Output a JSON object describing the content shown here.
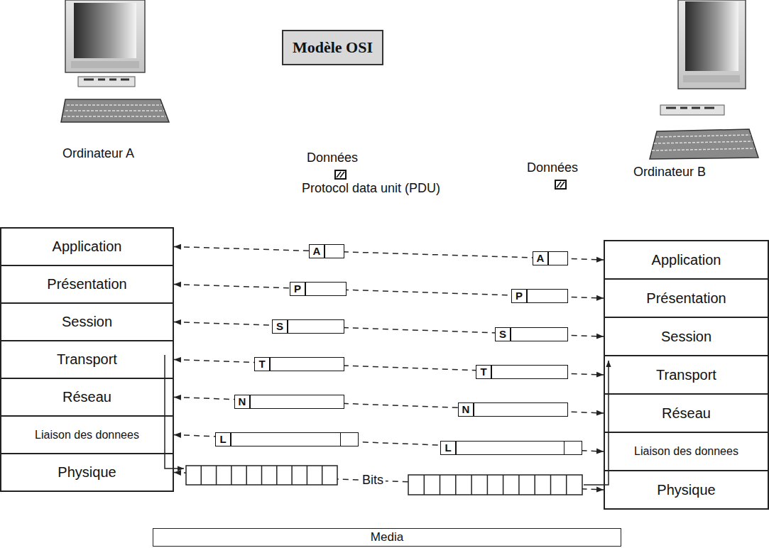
{
  "diagram": {
    "title": "Modèle OSI",
    "nodes": [
      {
        "text": [
          "Application"
        ]
      },
      {
        "text": [
          "Présentation"
        ]
      },
      {
        "text": [
          "Session"
        ]
      },
      {
        "text": [
          "Transport"
        ]
      },
      {
        "text": [
          "Réseau"
        ]
      },
      {
        "text": [
          "Liaison des donnees"
        ]
      },
      {
        "text": [
          "Physique"
        ]
      },
      {
        "text": [
          "Application"
        ]
      },
      {
        "text": [
          "Présentation"
        ]
      },
      {
        "text": [
          "Session"
        ]
      },
      {
        "text": [
          "Transport"
        ]
      },
      {
        "text": [
          "Réseau"
        ]
      },
      {
        "text": [
          "Liaison des donnees"
        ]
      },
      {
        "text": [
          "Physique"
        ]
      },
      {
        "text": [
          "Media"
        ]
      },
      {
        "text": [
          "A"
        ]
      },
      {
        "text": [
          "P"
        ]
      },
      {
        "text": [
          "S"
        ]
      },
      {
        "text": [
          "T"
        ]
      },
      {
        "text": [
          "N"
        ]
      },
      {
        "text": [
          "L"
        ]
      },
      {
        "text": [
          "A"
        ]
      },
      {
        "text": [
          "P"
        ]
      },
      {
        "text": [
          "S"
        ]
      },
      {
        "text": [
          "T"
        ]
      },
      {
        "text": [
          "N"
        ]
      },
      {
        "text": [
          "L"
        ]
      }
    ],
    "edges": [
      {
        "from": 0,
        "to": 7,
        "arrow": "both"
      },
      {
        "from": 1,
        "to": 8,
        "arrow": "both"
      },
      {
        "from": 2,
        "to": 9,
        "arrow": "both"
      },
      {
        "from": 3,
        "to": 10,
        "arrow": "both"
      },
      {
        "from": 4,
        "to": 11,
        "arrow": "both"
      },
      {
        "from": 5,
        "to": 12,
        "arrow": "both"
      },
      {
        "from": 6,
        "to": 13,
        "label": "Bits",
        "arrow": "both"
      }
    ],
    "labels": [
      "Ordinateur A",
      "Données",
      "Protocol data unit (PDU)",
      "Données",
      "Ordinateur B"
    ]
  }
}
